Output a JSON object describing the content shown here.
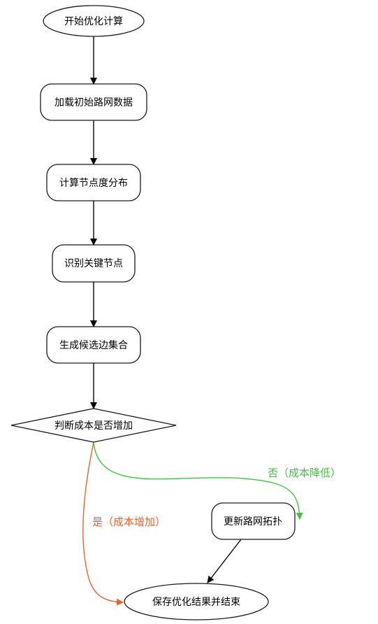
{
  "nodes": {
    "start": "开始优化计算",
    "load_data": "加载初始路网数据",
    "degree_dist": "计算节点度分布",
    "key_nodes": "识别关键节点",
    "candidate_edges": "生成候选边集合",
    "decision": "判断成本是否增加",
    "update_topology": "更新路网拓扑",
    "end": "保存优化结果并结束"
  },
  "edges": {
    "no_label": "否（成本降低）",
    "yes_label": "是（成本增加）"
  },
  "colors": {
    "edge_default": "#000000",
    "edge_no": "#3ec43e",
    "edge_yes": "#f0622a",
    "node_stroke": "#1a1a1a",
    "label_no": "#3ec43e",
    "label_yes": "#f0622a"
  }
}
